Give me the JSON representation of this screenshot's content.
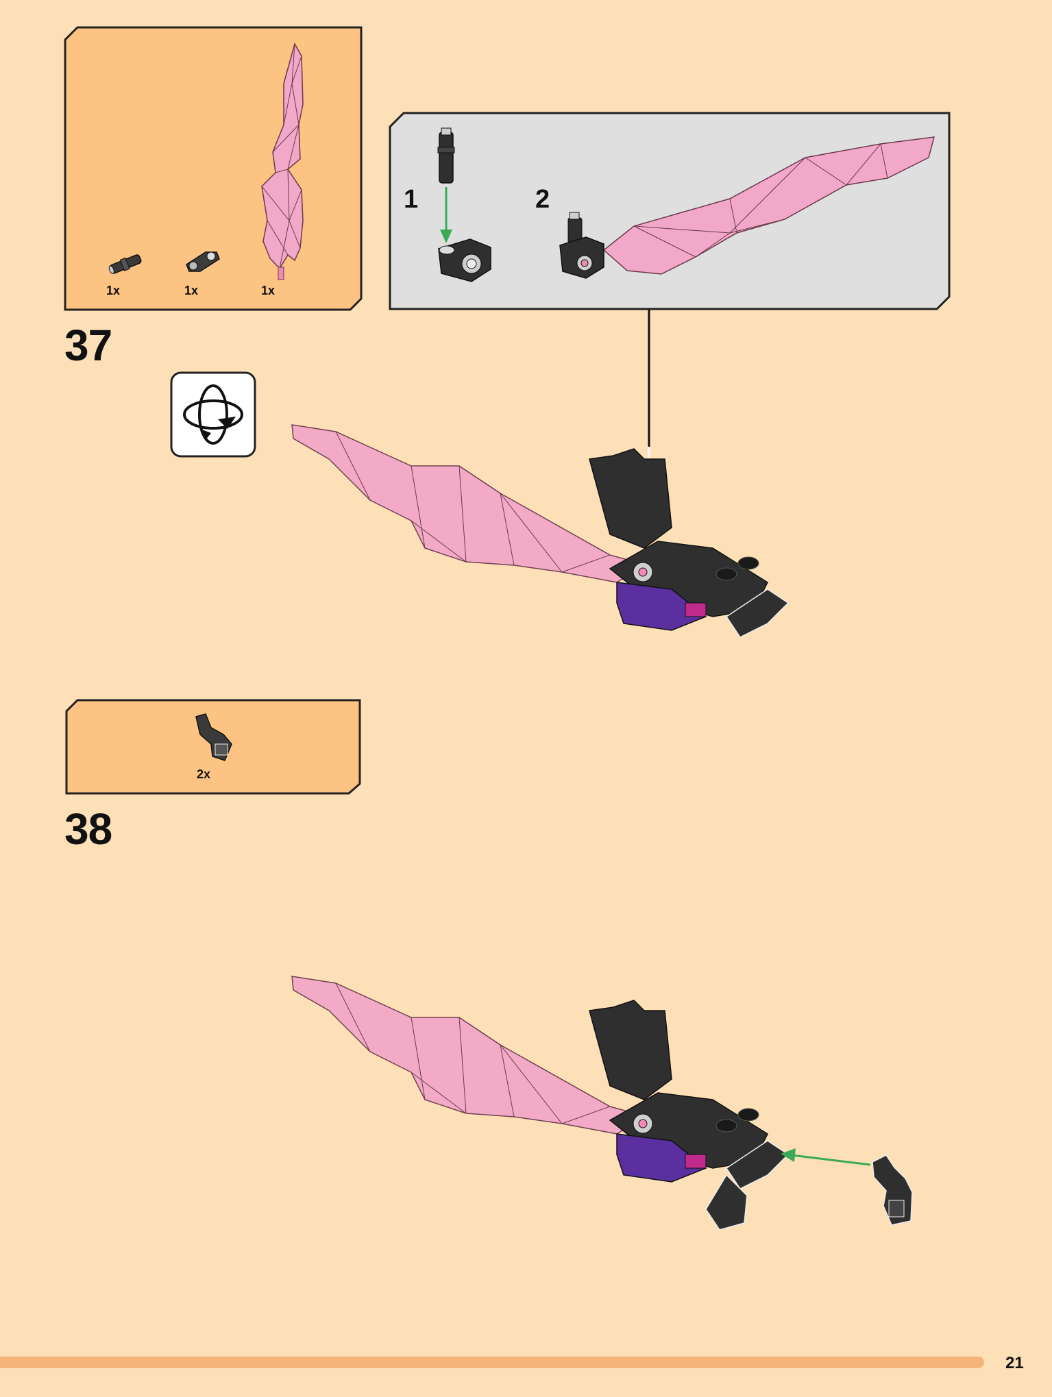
{
  "steps": [
    {
      "number": "37",
      "parts": [
        {
          "part": "pin-axle-connector",
          "quantity": "1x"
        },
        {
          "part": "axle-connector-perpendicular",
          "quantity": "1x"
        },
        {
          "part": "pink-crystal-wing",
          "quantity": "1x"
        }
      ],
      "subassembly": {
        "substeps": [
          "1",
          "2"
        ]
      },
      "rotate_icon": "rotate-model-icon"
    },
    {
      "number": "38",
      "parts": [
        {
          "part": "angled-bracket-piece",
          "quantity": "2x"
        }
      ]
    }
  ],
  "page": {
    "number": "21",
    "progress": 1.0
  },
  "colors": {
    "page_background": "#fde0b8",
    "parts_box": "#fdc382",
    "subassembly_box": "#dfdfdf",
    "pink": "#f2a8c8",
    "dark": "#2d2d2d",
    "purple": "#5b2fa0",
    "arrow_green": "#3aaa55",
    "progress_bar": "#f5b57a"
  }
}
